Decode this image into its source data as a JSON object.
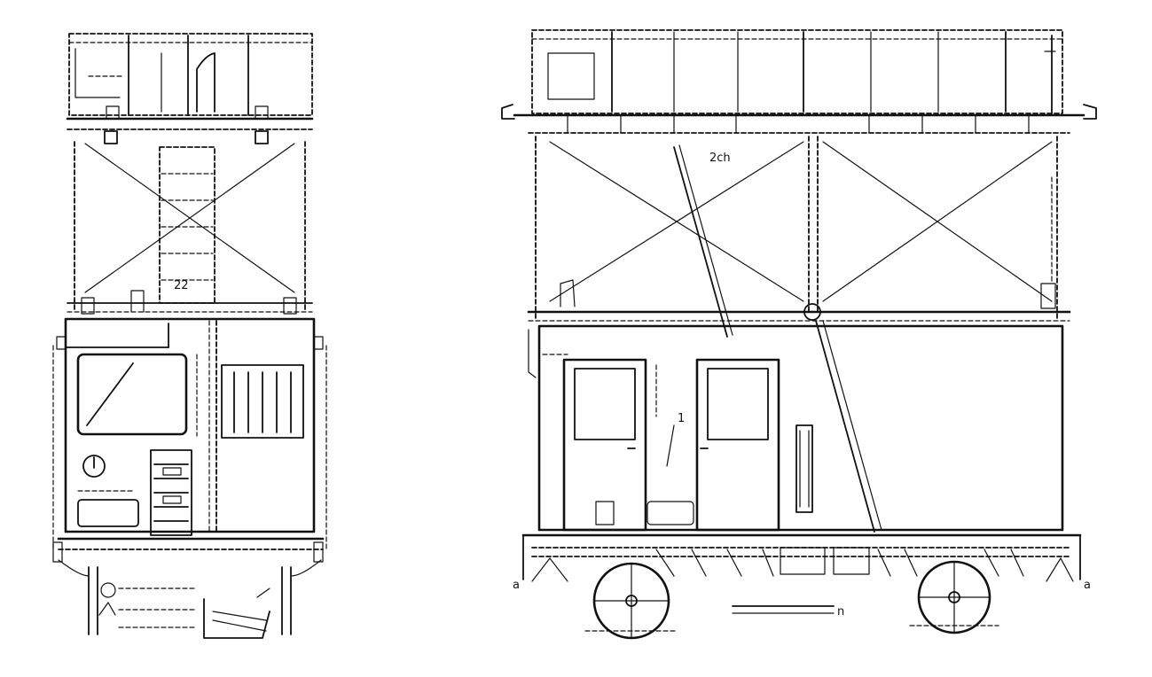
{
  "drawing": {
    "labels": {
      "end_upper_mark": "22",
      "side_upper_mark": "2ch",
      "side_door_mark": "1",
      "side_bottom_left": "a",
      "side_bottom_right": "a",
      "side_axle_mark": "n"
    }
  }
}
